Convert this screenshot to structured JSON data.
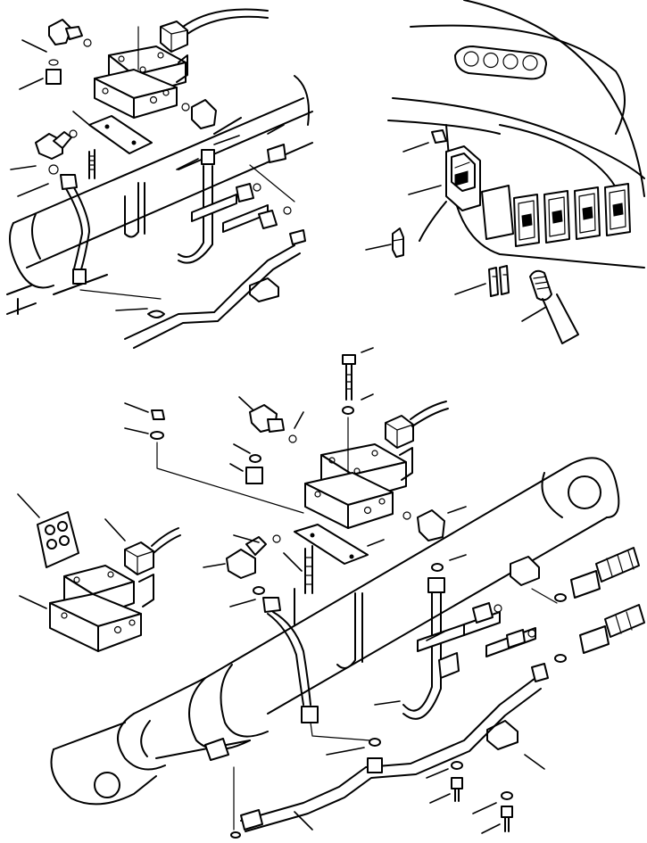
{
  "figure": {
    "panels": [
      {
        "id": "top-left",
        "content": "cylinder-valve-detail"
      },
      {
        "id": "top-right",
        "content": "cab-switch-panel"
      },
      {
        "id": "bottom",
        "content": "boom-cylinder-valve-assembly"
      }
    ],
    "switch_panel": {
      "switch_count": 4,
      "indicator_count": 4
    },
    "line_color": "#000000",
    "background_color": "#ffffff"
  }
}
